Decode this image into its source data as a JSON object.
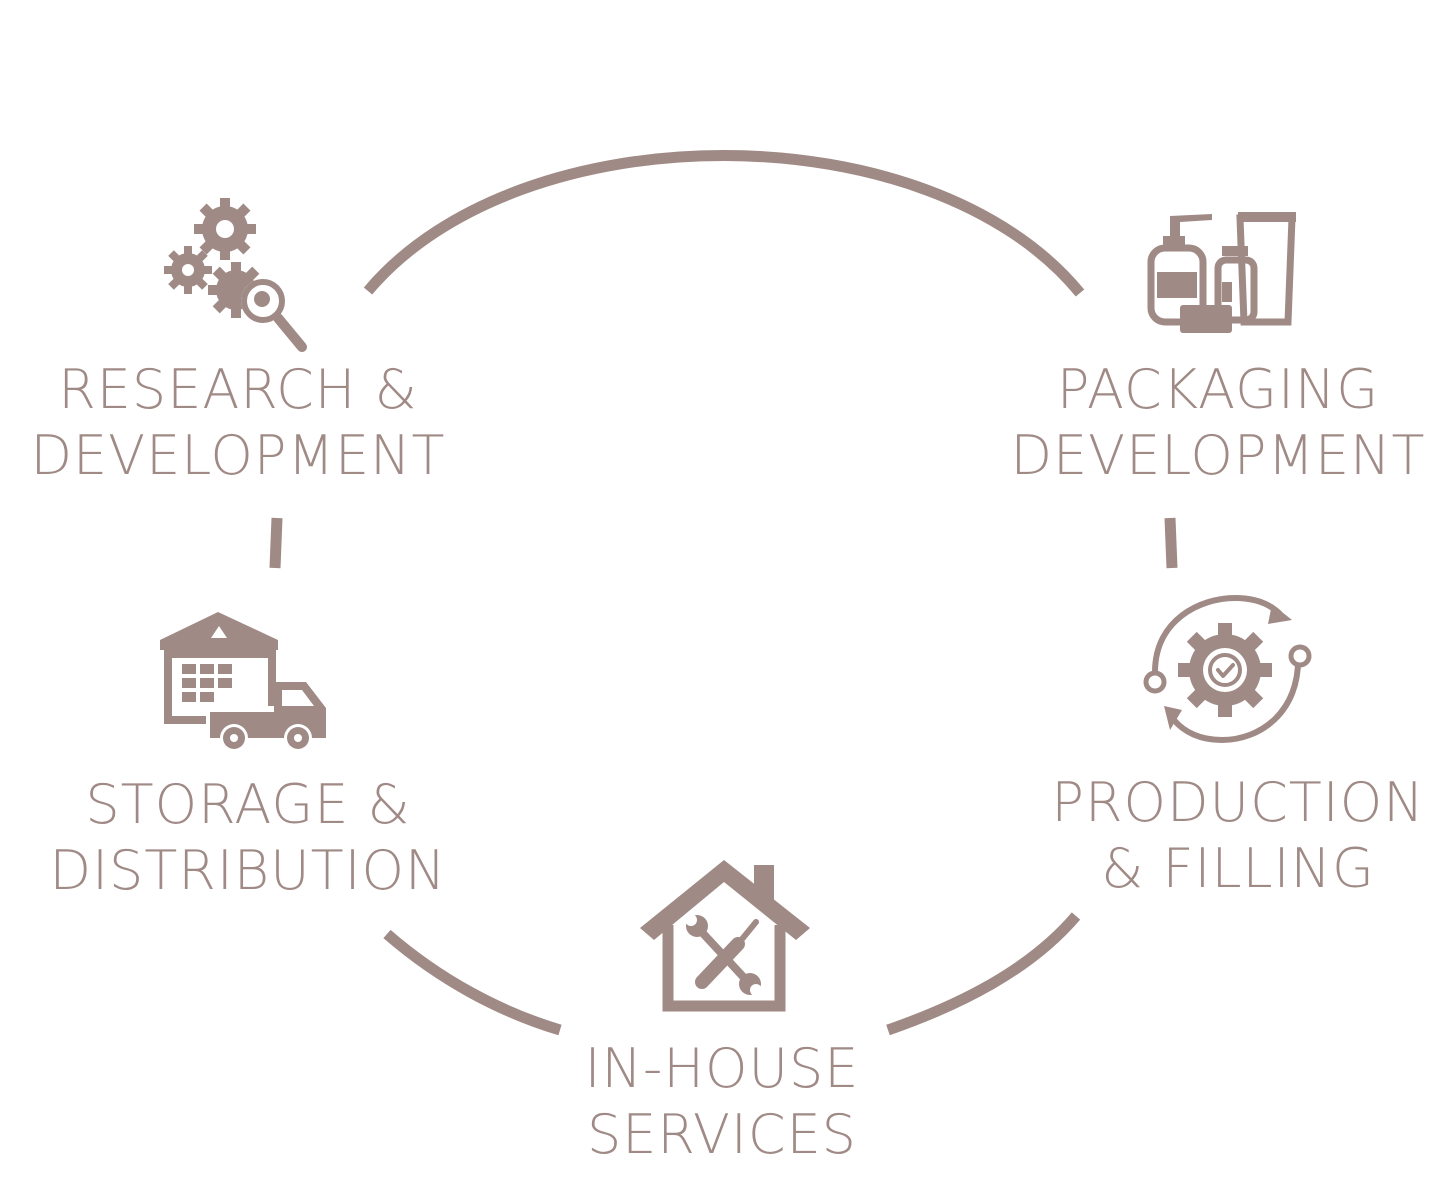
{
  "colors": {
    "accent": "#a08a86",
    "background": "#ffffff"
  },
  "stages": [
    {
      "id": "research",
      "icon": "gears-magnifier-icon",
      "line1": "RESEARCH &",
      "line2": "DEVELOPMENT"
    },
    {
      "id": "packaging",
      "icon": "cosmetic-bottles-icon",
      "line1": "PACKAGING",
      "line2": "DEVELOPMENT"
    },
    {
      "id": "production",
      "icon": "gear-cycle-check-icon",
      "line1": "PRODUCTION",
      "line2": "& FILLING"
    },
    {
      "id": "inhouse",
      "icon": "house-tools-icon",
      "line1": "IN-HOUSE",
      "line2": "SERVICES"
    },
    {
      "id": "storage",
      "icon": "warehouse-truck-icon",
      "line1": "STORAGE &",
      "line2": "DISTRIBUTION"
    }
  ]
}
